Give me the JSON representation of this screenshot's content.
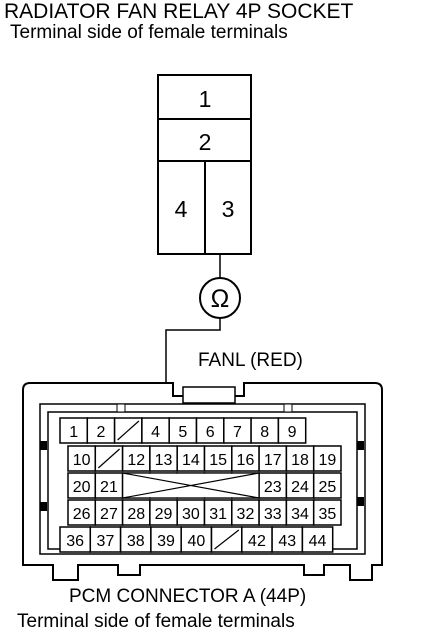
{
  "relay": {
    "title": "RADIATOR FAN RELAY 4P SOCKET",
    "subtitle": "Terminal side of female terminals",
    "terminals": [
      "1",
      "2",
      "4",
      "3"
    ]
  },
  "meter": {
    "symbol": "Ω"
  },
  "wire": {
    "label": "FANL (RED)"
  },
  "pcm": {
    "title": "PCM CONNECTOR A (44P)",
    "subtitle": "Terminal side of female terminals",
    "rows": [
      [
        "1",
        "2",
        "",
        "4",
        "5",
        "6",
        "7",
        "8",
        "9"
      ],
      [
        "10",
        "",
        "12",
        "13",
        "14",
        "15",
        "16",
        "17",
        "18",
        "19"
      ],
      [
        "20",
        "21",
        "23",
        "24",
        "25"
      ],
      [
        "26",
        "27",
        "28",
        "29",
        "30",
        "31",
        "32",
        "33",
        "34",
        "35"
      ],
      [
        "36",
        "37",
        "38",
        "39",
        "40",
        "",
        "42",
        "43",
        "44"
      ]
    ]
  }
}
